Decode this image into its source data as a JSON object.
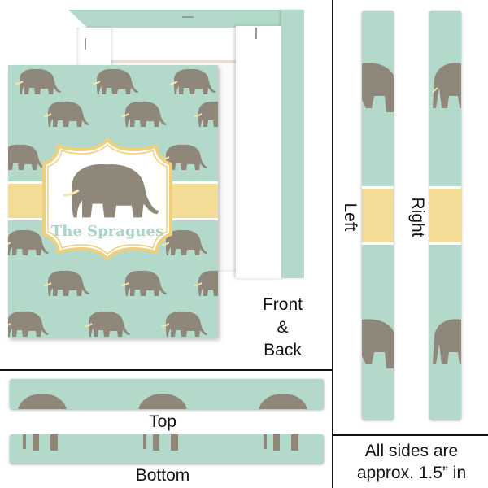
{
  "product": {
    "name_on_canvas": "The Spragues",
    "colors": {
      "mint": "#b2d9c9",
      "yellow_band": "#f3dc96",
      "frame_outline": "#f0cf7a",
      "elephant": "#8f877a",
      "tusk": "#f3e6b0",
      "divider": "#111111",
      "name_text": "#a6d6c4"
    }
  },
  "labels": {
    "front_back_line1": "Front",
    "front_back_line2": "&",
    "front_back_line3": "Back",
    "top": "Top",
    "bottom": "Bottom",
    "left": "Left",
    "right": "Right",
    "note_line1": "All sides are",
    "note_line2": "approx. 1.5” in"
  },
  "icons": {
    "elephant": "elephant-icon"
  }
}
